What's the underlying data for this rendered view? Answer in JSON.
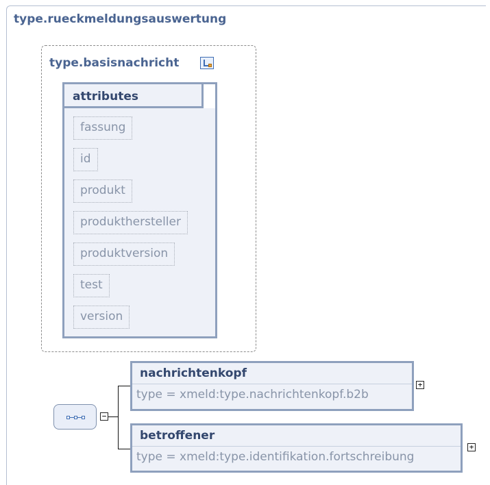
{
  "outer": {
    "title": "type.rueckmeldungsauswertung"
  },
  "base": {
    "title": "type.basisnachricht",
    "icon": "type-hierarchy-icon"
  },
  "attributes": {
    "header": "attributes",
    "items": [
      "fassung",
      "id",
      "produkt",
      "produkthersteller",
      "produktversion",
      "test",
      "version"
    ]
  },
  "sequence": {
    "icon": "sequence-icon",
    "toggle": "−"
  },
  "elements": [
    {
      "name": "nachrichtenkopf",
      "type": "type = xmeld:type.nachrichtenkopf.b2b",
      "toggle": "+"
    },
    {
      "name": "betroffener",
      "type": "type = xmeld:type.identifikation.fortschreibung",
      "toggle": "+"
    }
  ],
  "colors": {
    "title": "#4a6491",
    "box_border": "#8ea0bd",
    "box_fill": "#eef1f8",
    "attr_text": "#8894a8"
  }
}
